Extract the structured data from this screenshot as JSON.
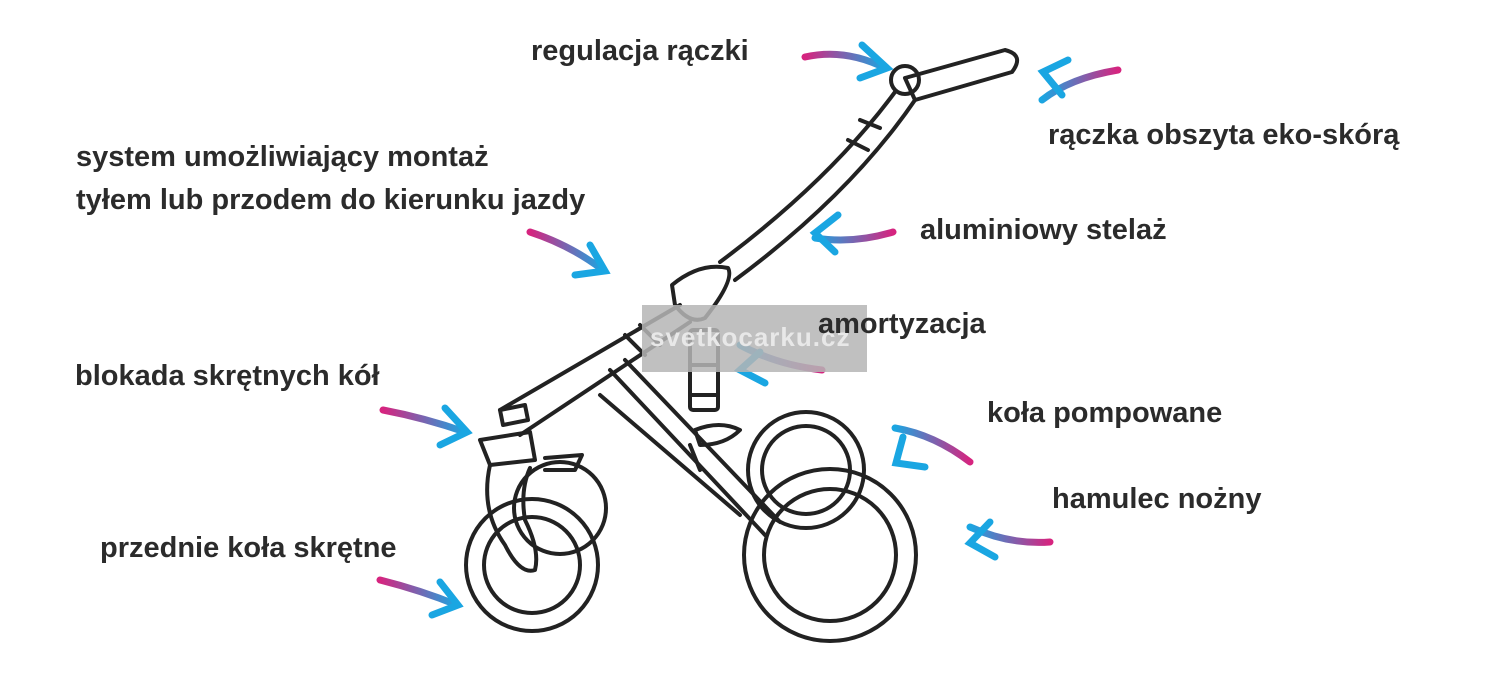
{
  "labels": {
    "handle_adjust": "regulacja rączki",
    "eco_leather": "rączka obszyta eko-skórą",
    "mount_line1": "system umożliwiający montaż",
    "mount_line2": "tyłem lub przodem do kierunku jazdy",
    "aluminium": "aluminiowy stelaż",
    "suspension": "amortyzacja",
    "swivel_lock": "blokada skrętnych kół",
    "pneumatic": "koła pompowane",
    "foot_brake": "hamulec nożny",
    "front_swivel": "przednie koła skrętne"
  },
  "watermark": "svetkocarku.cz",
  "colors": {
    "arrow_tail": "#d6247f",
    "arrow_head": "#1aa6e2",
    "text": "#2b2b2b",
    "line": "#222222"
  }
}
